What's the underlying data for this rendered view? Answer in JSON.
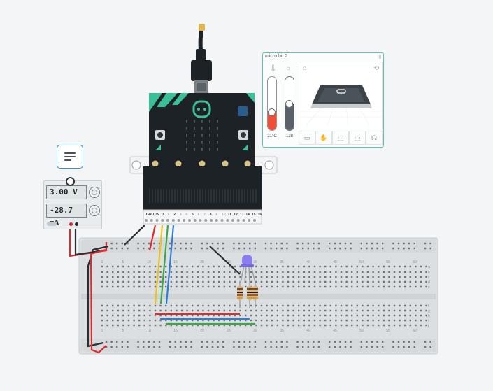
{
  "power_supply": {
    "voltage": "3.00 V",
    "current": "-28.7 mA"
  },
  "simulator_panel": {
    "title": "micro:bit 2",
    "grip": "⠿",
    "temperature": "21°C",
    "light_level": "128",
    "temperature_level": 0.35,
    "light_level_fraction": 0.5,
    "gestures": [
      "▭",
      "✋",
      "⬚",
      "⬚",
      "☊"
    ]
  },
  "microbit": {
    "pin_labels": [
      "0",
      "1",
      "2",
      "3",
      "4",
      "5",
      "6",
      "7",
      "8",
      "9",
      "10",
      "11",
      "12",
      "13",
      "14",
      "15",
      "16"
    ],
    "gnd_label": "GND",
    "v3_label": "3V"
  },
  "breadboard": {
    "column_numbers": [
      "1",
      "5",
      "10",
      "15",
      "20",
      "25",
      "30",
      "35",
      "40",
      "45",
      "50",
      "55",
      "60"
    ],
    "row_letters_top": [
      "a",
      "b",
      "c",
      "d",
      "e"
    ],
    "row_letters_bottom": [
      "f",
      "g",
      "h",
      "i",
      "j"
    ]
  },
  "colors": {
    "microbit_green": "#3bbf9a",
    "board_black": "#1d2226",
    "wire_red": "#e02b2b",
    "wire_black": "#2a2f33",
    "wire_yellow": "#e8c41a",
    "wire_green": "#3aa845",
    "wire_blue": "#2b7fd6",
    "led_purple": "#8b7cf0",
    "panel_accent": "#56c9b2"
  }
}
